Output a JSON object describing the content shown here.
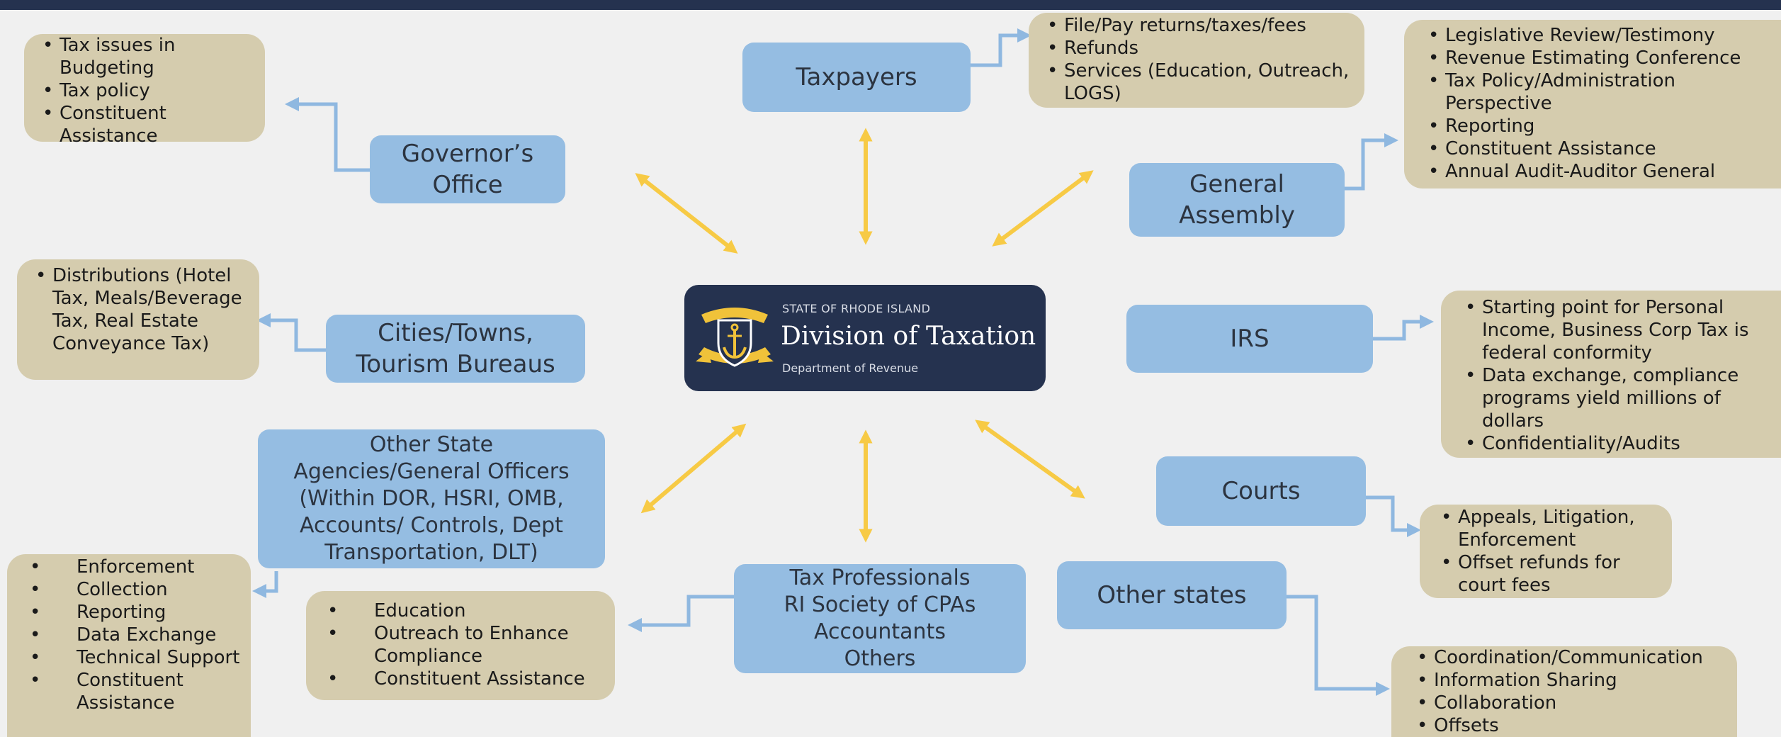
{
  "colors": {
    "header_bar": "#25324f",
    "node_fill": "#95bde2",
    "box_fill": "#d5ccae",
    "connector": "#8fb8e0",
    "arrow": "#f7ca45",
    "seal_gold": "#f0c23a"
  },
  "center": {
    "state": "STATE OF RHODE ISLAND",
    "title": "Division of Taxation",
    "subtitle": "Department of Revenue",
    "seal_icon": "anchor-seal-icon"
  },
  "nodes": {
    "taxpayers": [
      "Taxpayers"
    ],
    "governors_office": [
      "Governor’s",
      "Office"
    ],
    "general_assembly": [
      "General",
      "Assembly"
    ],
    "cities_towns": [
      "Cities/Towns,",
      "Tourism Bureaus"
    ],
    "irs": [
      "IRS"
    ],
    "other_agencies": [
      "Other State",
      "Agencies/General Officers",
      "(Within DOR, HSRI, OMB,",
      "Accounts/ Controls, Dept",
      "Transportation, DLT)"
    ],
    "courts": [
      "Courts"
    ],
    "tax_professionals": [
      "Tax Professionals",
      "RI Society of CPAs",
      "Accountants",
      "Others"
    ],
    "other_states": [
      "Other states"
    ]
  },
  "boxes": {
    "governor": [
      "Tax issues in Budgeting",
      "Tax policy",
      "Constituent Assistance"
    ],
    "taxpayers": [
      "File/Pay returns/taxes/fees",
      "Refunds",
      "Services (Education, Outreach, LOGS)"
    ],
    "assembly": [
      "Legislative Review/Testimony",
      "Revenue Estimating Conference",
      "Tax Policy/Administration Perspective",
      "Reporting",
      "Constituent Assistance",
      "Annual Audit-Auditor General"
    ],
    "cities": [
      "Distributions (Hotel Tax, Meals/Beverage Tax, Real Estate Conveyance Tax)"
    ],
    "irs": [
      "Starting point for Personal Income, Business Corp Tax is federal conformity",
      "Data exchange, compliance programs yield millions of dollars",
      "Confidentiality/Audits"
    ],
    "courts": [
      "Appeals, Litigation, Enforcement",
      "Offset refunds for court fees"
    ],
    "agencies": [
      "Enforcement",
      "Collection",
      "Reporting",
      "Data Exchange",
      "Technical Support",
      "Constituent Assistance"
    ],
    "professionals": [
      "Education",
      "Outreach to Enhance Compliance",
      "Constituent Assistance"
    ],
    "states": [
      "Coordination/Communication",
      "Information Sharing",
      "Collaboration",
      "Offsets"
    ]
  }
}
